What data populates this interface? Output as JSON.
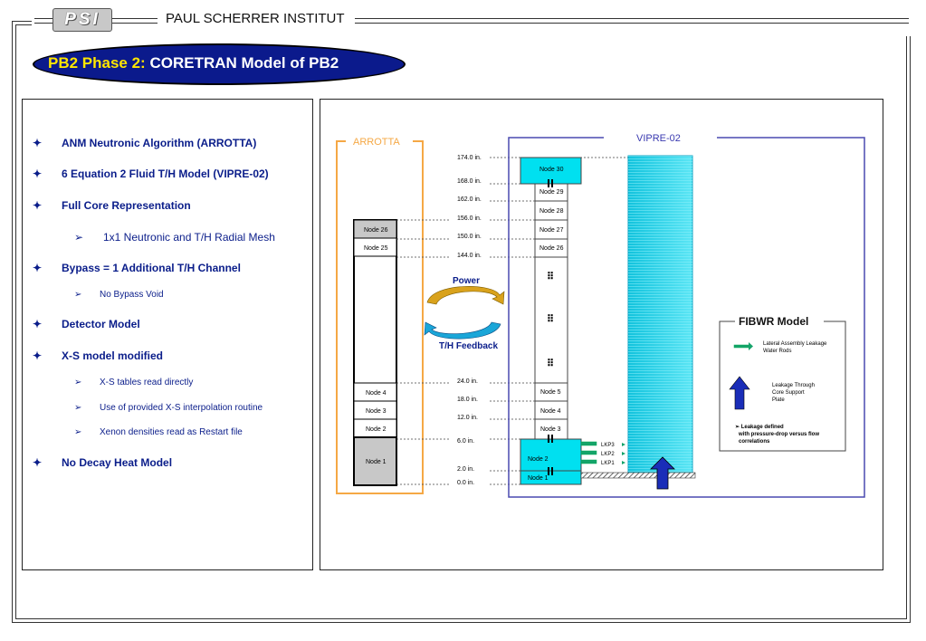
{
  "header": {
    "logo_text": "PSI",
    "institute": "PAUL SCHERRER INSTITUT"
  },
  "title": {
    "phase": "PB2 Phase 2:",
    "rest": " CORETRAN Model of PB2"
  },
  "colors": {
    "title_bg": "#0b1a8c",
    "title_phase": "#ffe600",
    "text_blue": "#0a1d8a",
    "arrotta_orange": "#f5a845",
    "vipre_blue": "#4a4ab0",
    "node_cyan": "#00e0f0",
    "channel_cyan": "#1ecfe6",
    "arrow_gold": "#d9a21c",
    "arrow_cyan": "#1aa6d8",
    "arrow_navy": "#1a2db8"
  },
  "bullets": [
    {
      "marker": "✦",
      "text": "ANM Neutronic Algorithm (ARROTTA)"
    },
    {
      "marker": "✦",
      "text": "6 Equation 2 Fluid T/H Model (VIPRE-02)"
    },
    {
      "marker": "✦",
      "text": "Full Core Representation"
    },
    {
      "marker": "➢",
      "text": "1x1 Neutronic and T/H Radial Mesh"
    },
    {
      "marker": "✦",
      "text": "Bypass =  1 Additional T/H Channel"
    },
    {
      "marker": "➢",
      "text": "No Bypass Void"
    },
    {
      "marker": "✦",
      "text": "Detector Model"
    },
    {
      "marker": "✦",
      "text": "X-S model modified"
    },
    {
      "marker": "➢",
      "text": "X-S tables read directly"
    },
    {
      "marker": "➢",
      "text": "Use of provided X-S interpolation routine"
    },
    {
      "marker": "➢",
      "text": "Xenon densities read as Restart file"
    },
    {
      "marker": "✦",
      "text": "No Decay Heat Model"
    }
  ],
  "diagram": {
    "arrotta_label": "ARROTTA",
    "vipre_label": "VIPRE-02",
    "power_label": "Power",
    "feedback_label": "T/H Feedback",
    "fibwr_title": "FIBWR Model",
    "arrotta_nodes": [
      "Node 26",
      "Node 25",
      "Node 4",
      "Node 3",
      "Node 2",
      "Node 1"
    ],
    "vipre_nodes": [
      "Node 30",
      "Node 29",
      "Node 28",
      "Node 27",
      "Node 26",
      "Node 5",
      "Node 4",
      "Node 3",
      "Node 2",
      "Node 1"
    ],
    "dots": [
      "⠿",
      "⠿",
      "⠿"
    ],
    "heights": [
      "174.0 in.",
      "168.0 in.",
      "162.0 in.",
      "156.0 in.",
      "150.0 in.",
      "144.0 in.",
      "24.0 in.",
      "18.0 in.",
      "12.0 in.",
      "6.0 in.",
      "2.0 in.",
      "0.0 in."
    ],
    "lkp": [
      "LKP3",
      "LKP2",
      "LKP1"
    ],
    "legend": {
      "lateral": [
        "Lateral Assembly Leakage",
        "Water Rods"
      ],
      "through": [
        "Leakage Through",
        "Core Support",
        "Plate"
      ],
      "note": [
        "➢ Leakage defined",
        "with pressure-drop versus flow",
        "correlations"
      ]
    }
  }
}
